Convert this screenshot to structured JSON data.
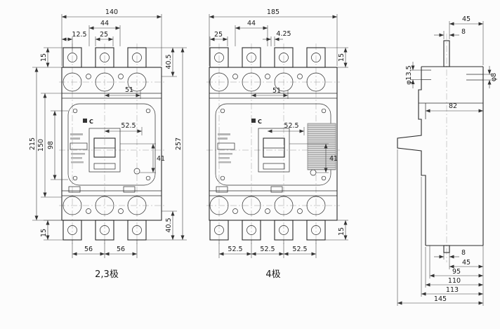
{
  "brand": "C",
  "views": {
    "pole23": {
      "label": "2,3极",
      "dims": {
        "w140": "140",
        "s44": "44",
        "s125": "12.5",
        "s25": "25",
        "h15t": "15",
        "h405t": "40.5",
        "s51": "51",
        "s525": "52.5",
        "h215": "215",
        "h150": "150",
        "h98": "98",
        "h41": "41",
        "h257": "257",
        "h15b": "15",
        "h405b": "40.5",
        "s56a": "56",
        "s56b": "56"
      }
    },
    "pole4": {
      "label": "4极",
      "dims": {
        "w185": "185",
        "s44": "44",
        "s25": "25",
        "s425": "4.25",
        "h15t": "15",
        "s51": "51",
        "s525": "52.5",
        "h41": "41",
        "h15b": "15",
        "s525a": "52.5",
        "s525b": "52.5",
        "s525c": "52.5"
      }
    },
    "side": {
      "dims": {
        "w45t": "45",
        "w8t": "8",
        "dia135": "φ13.5",
        "dia8": "φ8",
        "w82": "82",
        "w8b": "8",
        "w45b": "45",
        "w95": "95",
        "w110": "110",
        "w113": "113",
        "w145": "145"
      }
    }
  }
}
